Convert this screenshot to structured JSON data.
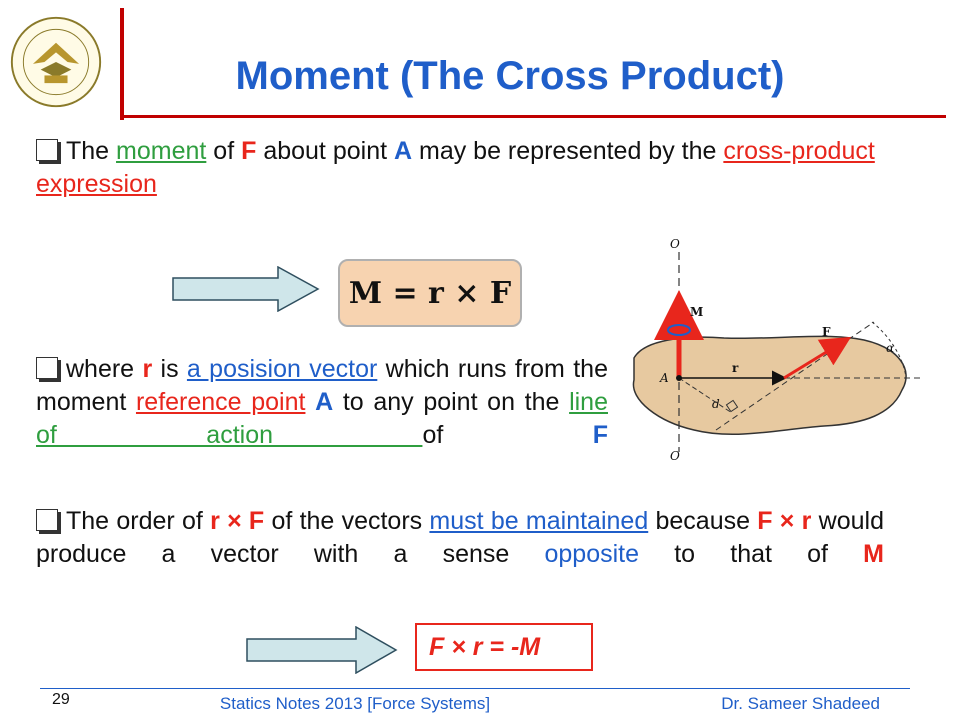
{
  "header": {
    "title": "Moment (The Cross Product)",
    "logo_icon": "university-seal-icon",
    "accent_color": "#c00000",
    "title_color": "#1f5ec9"
  },
  "bullet1": {
    "t1": "The ",
    "moment": "moment",
    "t2": " of ",
    "F": "F",
    "t3": " about point ",
    "A": "A",
    "t4": " may be represented by the ",
    "cross_product": "cross-product expression"
  },
  "formula": "M = r × F",
  "bullet2": {
    "t1": "where ",
    "r": "r",
    "t2": " is ",
    "position_vector": "a posision vector",
    "t3": " which runs from the moment ",
    "reference_point": "reference point",
    "A": "A",
    "t4": " to any point on the ",
    "line_of_action": "line of action ",
    "t5": "of ",
    "F": "F"
  },
  "figure": {
    "label_O_top": "O",
    "label_O_bottom": "O",
    "label_M": "M",
    "label_F": "F",
    "label_alpha": "α",
    "label_A": "A",
    "label_r": "r",
    "label_d": "d"
  },
  "bullet3": {
    "t1": "The order of ",
    "r_cross_F": "r × F",
    "t2": " of the vectors ",
    "must_be_maintained": "must be maintained",
    "t3": " because ",
    "F_cross_r": "F × r",
    "t4": " would produce a vector with a sense ",
    "opposite": "opposite",
    "t5": " to that of ",
    "M": "M"
  },
  "result": "F × r = -M",
  "footer": {
    "page_number": "29",
    "center": "Statics Notes 2013 [Force Systems]",
    "author": "Dr. Sameer Shadeed"
  },
  "colors": {
    "red": "#e8261c",
    "blue": "#1f5ec9",
    "green": "#2f9e3f",
    "formula_bg": "#f7d3b0",
    "arrow_fill": "#cfe6ea"
  }
}
